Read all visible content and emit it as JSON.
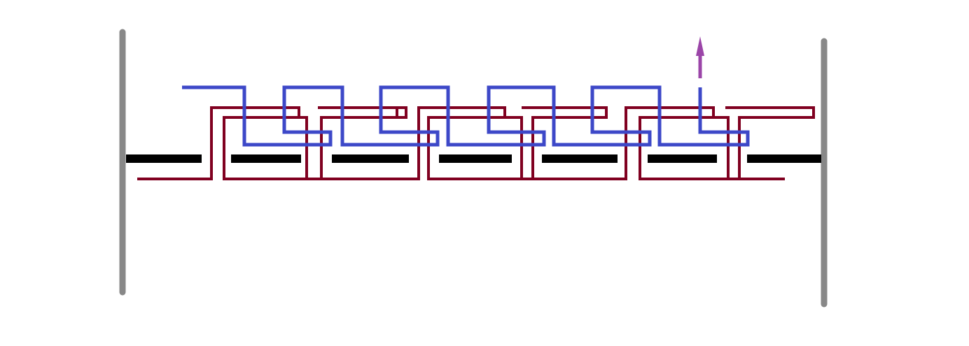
{
  "diagram": {
    "colors": {
      "background": "#ffffff",
      "wall": "#888888",
      "dash": "#000000",
      "red_path": "#800020",
      "blue_path": "#3d48c8",
      "arrow": "#9b45a8"
    },
    "elements": {
      "left_wall": "vertical-wall",
      "right_wall": "vertical-wall",
      "dashed_line": "black-dashed-segments",
      "red_path": "meander-path",
      "blue_path": "meander-path",
      "arrow": "up-arrow"
    }
  }
}
